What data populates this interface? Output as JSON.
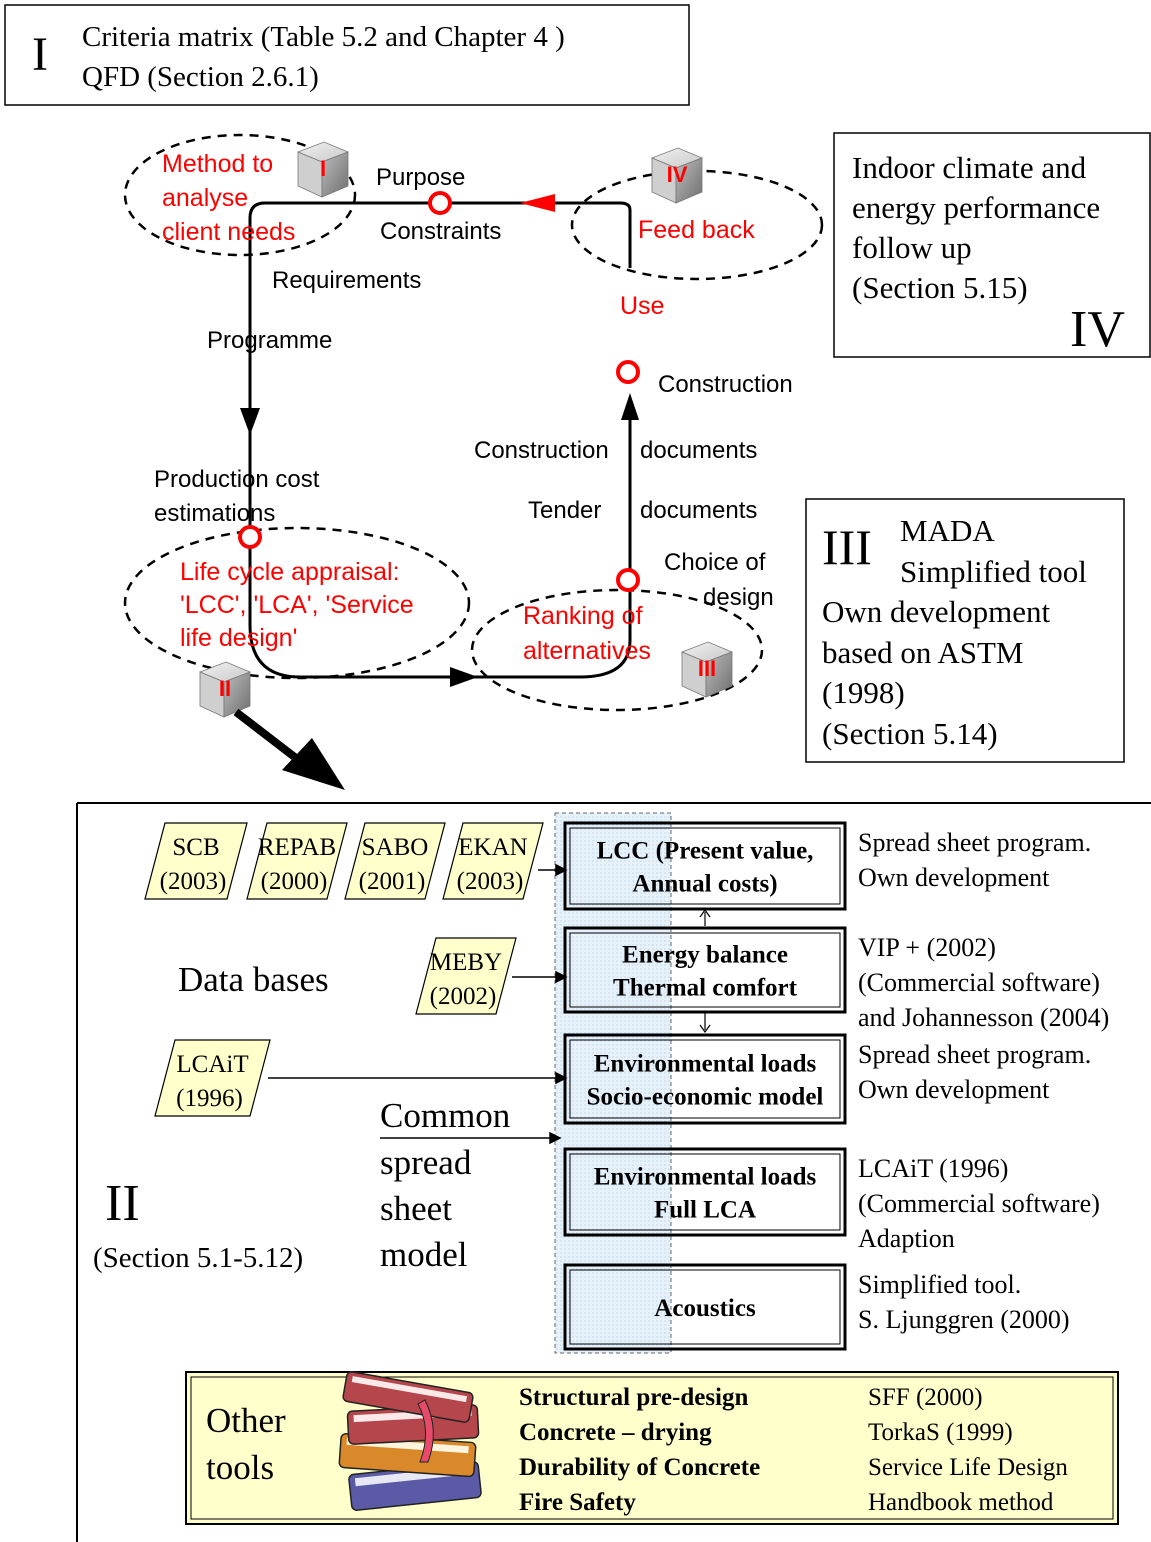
{
  "box_i": {
    "numeral": "I",
    "line1": "Criteria matrix (Table 5.2 and Chapter 4 )",
    "line2": "QFD (Section 2.6.1)"
  },
  "box_iv": {
    "line1": "Indoor climate and",
    "line2": "energy performance",
    "line3": "follow up",
    "line4": "(Section 5.15)",
    "numeral": "IV"
  },
  "box_iii": {
    "numeral": "III",
    "title1": "MADA",
    "title2": "Simplified tool",
    "line1": "Own development",
    "line2": "based on ASTM",
    "line3": "(1998)",
    "line4": "(Section 5.14)"
  },
  "cycle": {
    "ellipse_i": [
      "Method to",
      "analyse",
      "client needs"
    ],
    "ellipse_iv": "Feed back",
    "ellipse_ii": [
      "Life cycle appraisal:",
      "'LCC', 'LCA', 'Service",
      "life design'"
    ],
    "ellipse_iii": [
      "Ranking of",
      "alternatives"
    ],
    "cube_labels": [
      "I",
      "II",
      "III",
      "IV"
    ],
    "purpose": "Purpose",
    "constraints": "Constraints",
    "requirements": "Requirements",
    "programme": "Programme",
    "production_cost": [
      "Production cost",
      "estimations"
    ],
    "use": "Use",
    "construction": "Construction",
    "construction_documents": [
      "Construction",
      "documents"
    ],
    "tender_documents": [
      "Tender",
      "documents"
    ],
    "choice_of_design": [
      "Choice of",
      "design"
    ]
  },
  "section_ii": {
    "numeral": "II",
    "ref": "(Section 5.1-5.12)",
    "databases_label": "Data bases",
    "common_model": [
      "Common",
      "spread",
      "sheet",
      "model"
    ],
    "databases": [
      {
        "name": "SCB",
        "year": "(2003)"
      },
      {
        "name": "REPAB",
        "year": "(2000)"
      },
      {
        "name": "SABO",
        "year": "(2001)"
      },
      {
        "name": "EKAN",
        "year": "(2003)"
      },
      {
        "name": "MEBY",
        "year": "(2002)"
      },
      {
        "name": "LCAiT",
        "year": "(1996)"
      }
    ],
    "modules": [
      {
        "title": [
          "LCC (Present value,",
          "Annual costs)"
        ],
        "tool": [
          "Spread sheet program.",
          "Own development"
        ]
      },
      {
        "title": [
          "Energy balance",
          "Thermal comfort"
        ],
        "tool": [
          "VIP + (2002)",
          "(Commercial software)",
          "and Johannesson (2004)"
        ]
      },
      {
        "title": [
          "Environmental loads",
          "Socio-economic model"
        ],
        "tool": [
          "Spread sheet program.",
          "Own development"
        ]
      },
      {
        "title": [
          "Environmental loads",
          "Full LCA"
        ],
        "tool": [
          "LCAiT (1996)",
          "(Commercial software)",
          "Adaption"
        ]
      },
      {
        "title": [
          "Acoustics"
        ],
        "tool": [
          "Simplified tool.",
          "S. Ljunggren (2000)"
        ]
      }
    ],
    "other_tools": {
      "label": [
        "Other",
        "tools"
      ],
      "items": [
        {
          "name": "Structural pre-design",
          "ref": "SFF (2000)"
        },
        {
          "name": "Concrete – drying",
          "ref": "TorkaS (1999)"
        },
        {
          "name": "Durability of Concrete",
          "ref": "Service Life Design"
        },
        {
          "name": "Fire Safety",
          "ref": "Handbook method"
        }
      ]
    }
  },
  "colors": {
    "red": "#ff0000",
    "db_fill": "#ffffcc",
    "tools_fill": "#ffffcc",
    "overlay": "#dcecf8"
  }
}
